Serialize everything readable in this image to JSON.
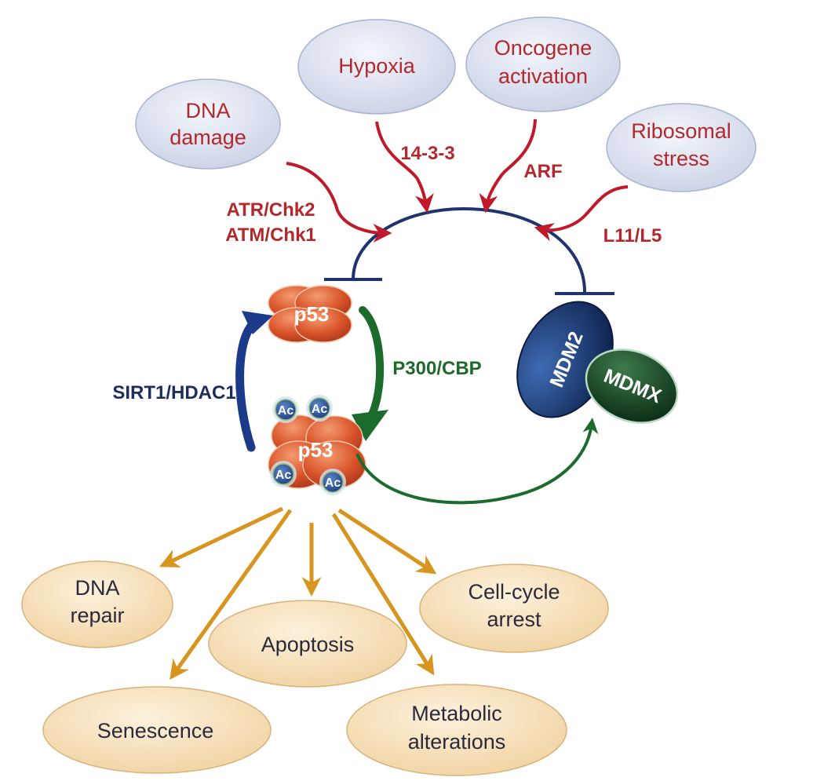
{
  "stresses": [
    {
      "id": "dna-damage",
      "lines": [
        "DNA",
        "damage"
      ]
    },
    {
      "id": "hypoxia",
      "lines": [
        "Hypoxia"
      ]
    },
    {
      "id": "oncogene-activation",
      "lines": [
        "Oncogene",
        "activation"
      ]
    },
    {
      "id": "ribosomal-stress",
      "lines": [
        "Ribosomal",
        "stress"
      ]
    }
  ],
  "mediators": {
    "atr_chk2": "ATR/Chk2",
    "atm_chk1": "ATM/Chk1",
    "fourteen_three_three": "14-3-3",
    "arf": "ARF",
    "l11_l5": "L11/L5"
  },
  "p53": {
    "label": "p53",
    "acetylated_label": "p53",
    "acetyl_tag": "Ac"
  },
  "enzymes": {
    "deacetylase": "SIRT1/HDAC1",
    "acetyltransferase": "P300/CBP"
  },
  "complex": {
    "mdm2": "MDM2",
    "mdmx": "MDMX"
  },
  "outcomes": [
    {
      "id": "dna-repair",
      "lines": [
        "DNA",
        "repair"
      ]
    },
    {
      "id": "apoptosis",
      "lines": [
        "Apoptosis"
      ]
    },
    {
      "id": "cell-cycle-arrest",
      "lines": [
        "Cell-cycle",
        "arrest"
      ]
    },
    {
      "id": "senescence",
      "lines": [
        "Senescence"
      ]
    },
    {
      "id": "metabolic-alterations",
      "lines": [
        "Metabolic",
        "alterations"
      ]
    }
  ],
  "colors": {
    "stress_arrow": "#c0192a",
    "inhibition_line": "#1f3370",
    "deacetylation_arrow": "#1c3a8a",
    "acetylation_arrow": "#1a6b2c",
    "outcome_arrow": "#d7951f",
    "stress_bubble_fill": "#dde3f0",
    "outcome_bubble_fill": "#f8e2bd"
  }
}
